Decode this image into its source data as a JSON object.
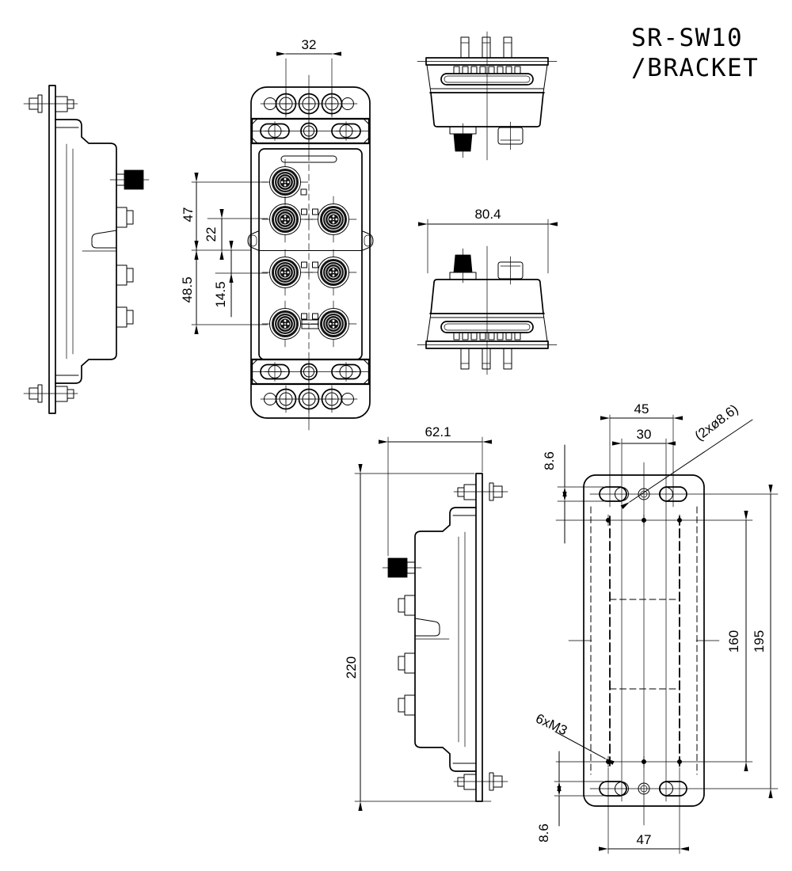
{
  "title": {
    "model": "SR-SW10",
    "variant": "/BRACKET"
  },
  "dims": {
    "front": {
      "screw_span": "32",
      "row1_to_seam": "47",
      "row2_to_seam": "22",
      "seam_to_row4": "48.5",
      "seam_to_row3": "14.5"
    },
    "bottom_view": {
      "body_width": "80.4"
    },
    "side": {
      "depth": "62.1",
      "height": "220"
    },
    "bracket": {
      "slot_span": "45",
      "inner_span": "30",
      "slot_note": "(2xø8.6)",
      "top_offset": "8.6",
      "m3_span": "160",
      "row_span": "195",
      "m3_note": "6xM3",
      "bottom_span": "47",
      "bottom_offset": "8.6"
    }
  },
  "colors": {
    "line": "#000000",
    "background": "#ffffff"
  }
}
